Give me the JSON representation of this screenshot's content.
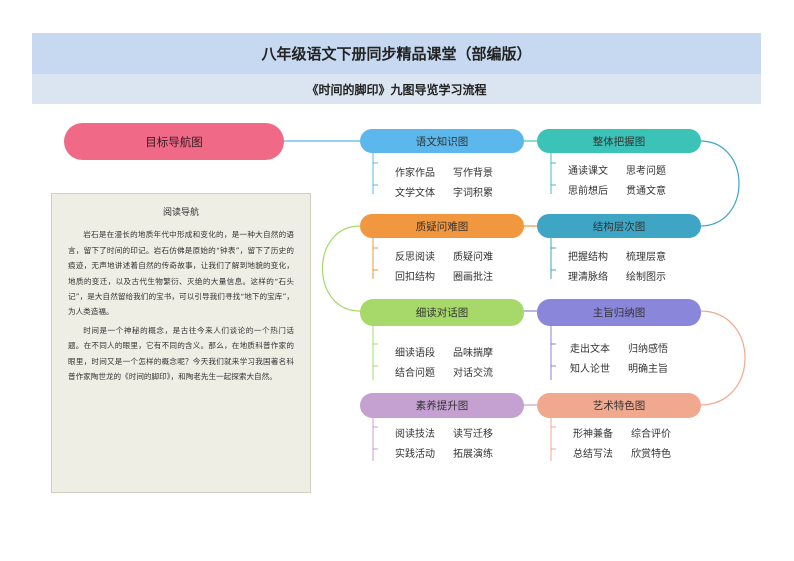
{
  "header": {
    "title": "八年级语文下册同步精品课堂（部编版）",
    "subtitle": "《时间的脚印》九图导览学习流程"
  },
  "goal": {
    "label": "目标导航图",
    "color": "#f06a87"
  },
  "reading": {
    "title": "阅读导航",
    "paragraphs": [
      "岩石是在漫长的地质年代中形成和变化的，是一种大自然的语言，留下了时间的印记。岩石仿佛是原始的“钟表”，留下了历史的痕迹，无声地讲述着自然的传奇故事，让我们了解到地貌的变化，地质的变迁，以及古代生物繁衍、灭绝的大量信息。这样的“石头记”，是大自然留给我们的宝书，可以引导我们寻找“地下的宝库”，为人类造福。",
      "时间是一个神秘的概念，是古往今来人们谈论的一个热门话题。在不同人的眼里，它有不同的含义。那么，在地质科普作家的眼里，时间又是一个怎样的概念呢？今天我们就来学习我国著名科普作家陶世龙的《时间的脚印》，和陶老先生一起探索大自然。"
    ]
  },
  "nodes": [
    {
      "label": "语文知识图",
      "color": "#5bb7ec",
      "items": [
        "作家作品",
        "写作背景",
        "文学文体",
        "字词积累"
      ]
    },
    {
      "label": "整体把握图",
      "color": "#3cc3b8",
      "items": [
        "通读课文",
        "思考问题",
        "思前想后",
        "贯通文意"
      ]
    },
    {
      "label": "质疑问难图",
      "color": "#f0973f",
      "items": [
        "反思阅读",
        "质疑问难",
        "回扣结构",
        "圈画批注"
      ]
    },
    {
      "label": "结构层次图",
      "color": "#3ea6c4",
      "items": [
        "把握结构",
        "梳理层意",
        "理清脉络",
        "绘制图示"
      ]
    },
    {
      "label": "细读对话图",
      "color": "#a6d96a",
      "items": [
        "细读语段",
        "品味揣摩",
        "结合问题",
        "对话交流"
      ]
    },
    {
      "label": "主旨归纳图",
      "color": "#8a86da",
      "items": [
        "走出文本",
        "归纳感悟",
        "知人论世",
        "明确主旨"
      ]
    },
    {
      "label": "素养提升图",
      "color": "#c4a1d0",
      "items": [
        "阅读技法",
        "读写迁移",
        "实践活动",
        "拓展演练"
      ]
    },
    {
      "label": "艺术特色图",
      "color": "#f0a98e",
      "items": [
        "形神兼备",
        "综合评价",
        "总结写法",
        "欣赏特色"
      ]
    }
  ]
}
